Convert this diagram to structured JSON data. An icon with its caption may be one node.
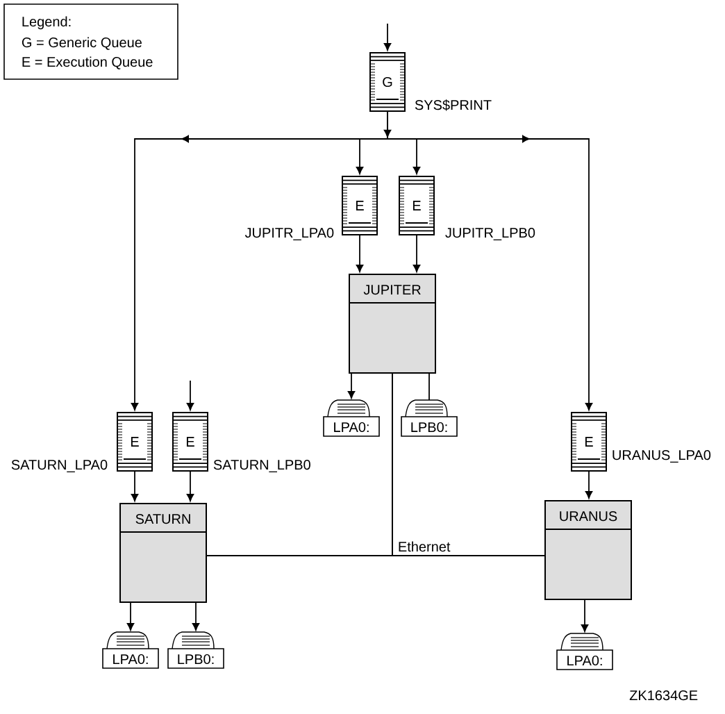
{
  "diagram": {
    "nodes": [
      {
        "text": [
          "G"
        ],
        "beside": [
          "SYS$PRINT"
        ]
      },
      {
        "text": [
          "E"
        ],
        "beside": [
          "JUPITR_LPA0"
        ]
      },
      {
        "text": [
          "E"
        ],
        "beside": [
          "JUPITR_LPB0"
        ]
      },
      {
        "text": [
          "JUPITER"
        ]
      },
      {
        "text": [
          "LPA0:"
        ]
      },
      {
        "text": [
          "LPB0:"
        ]
      },
      {
        "text": [
          "E"
        ],
        "beside": [
          "SATURN_LPA0"
        ]
      },
      {
        "text": [
          "E"
        ],
        "beside": [
          "SATURN_LPB0"
        ]
      },
      {
        "text": [
          "SATURN"
        ]
      },
      {
        "text": [
          "LPA0:"
        ]
      },
      {
        "text": [
          "LPB0:"
        ]
      },
      {
        "text": [
          "E"
        ],
        "beside": [
          "URANUS_LPA0"
        ]
      },
      {
        "text": [
          "URANUS"
        ]
      },
      {
        "text": [
          "LPA0:"
        ]
      }
    ],
    "edges": [
      {
        "from": null,
        "to": 0,
        "arrow": "to"
      },
      {
        "from": 0,
        "to": 6,
        "arrow": "to"
      },
      {
        "from": 0,
        "to": 1,
        "arrow": "to"
      },
      {
        "from": 0,
        "to": 2,
        "arrow": "to"
      },
      {
        "from": 0,
        "to": 11,
        "arrow": "to"
      },
      {
        "from": 1,
        "to": 3,
        "arrow": "to"
      },
      {
        "from": 2,
        "to": 3,
        "arrow": "to"
      },
      {
        "from": 3,
        "to": 4,
        "arrow": "to"
      },
      {
        "from": 3,
        "to": 5,
        "arrow": "none"
      },
      {
        "from": null,
        "to": 7,
        "arrow": "to"
      },
      {
        "from": 6,
        "to": 8,
        "arrow": "to"
      },
      {
        "from": 7,
        "to": 8,
        "arrow": "to"
      },
      {
        "from": 8,
        "to": 9,
        "arrow": "to"
      },
      {
        "from": 8,
        "to": 10,
        "arrow": "to"
      },
      {
        "from": 11,
        "to": 12,
        "arrow": "to"
      },
      {
        "from": 12,
        "to": 13,
        "arrow": "to"
      },
      {
        "from": 8,
        "to": 12,
        "arrow": "none",
        "label": "Ethernet"
      },
      {
        "from": 3,
        "to": 8,
        "arrow": "none"
      },
      {
        "from": 3,
        "to": 12,
        "arrow": "none"
      }
    ],
    "labels": [
      "Legend:",
      "ZK1634GE"
    ],
    "legend": [
      {
        "text": "G = Generic Queue"
      },
      {
        "text": "E = Execution Queue"
      }
    ]
  }
}
